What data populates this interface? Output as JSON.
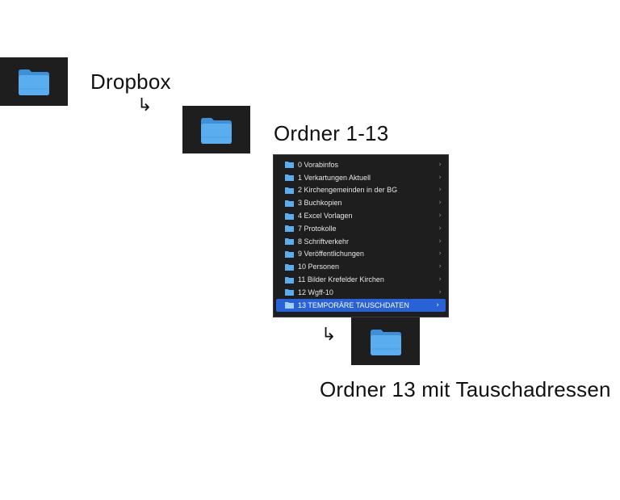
{
  "steps": [
    {
      "caption": "Dropbox",
      "icon": "folder-icon"
    },
    {
      "caption": "Ordner 1-13",
      "icon": "folder-icon"
    },
    {
      "caption": "Ordner 13 mit Tauschadressen",
      "icon": "folder-icon"
    }
  ],
  "arrow_glyph": "↳",
  "folder_list": {
    "items": [
      {
        "label": "0 Vorabinfos"
      },
      {
        "label": "1 Verkartungen Aktuell"
      },
      {
        "label": "2 Kirchengemeinden in der BG"
      },
      {
        "label": "3 Buchkopien"
      },
      {
        "label": "4 Excel Vorlagen"
      },
      {
        "label": "7 Protokolle"
      },
      {
        "label": "8 Schriftverkehr"
      },
      {
        "label": "9 Veröffentlichungen"
      },
      {
        "label": "10 Personen"
      },
      {
        "label": "11 Bilder Krefelder Kirchen"
      },
      {
        "label": "12 Wgff-10"
      },
      {
        "label": "13 TEMPORÄRE TAUSCHDATEN",
        "selected": true
      }
    ],
    "chevron_glyph": "›",
    "selection_color": "#2862d6"
  },
  "colors": {
    "tile_background": "#1e1e1e",
    "folder_blue": "#5aaef0"
  }
}
